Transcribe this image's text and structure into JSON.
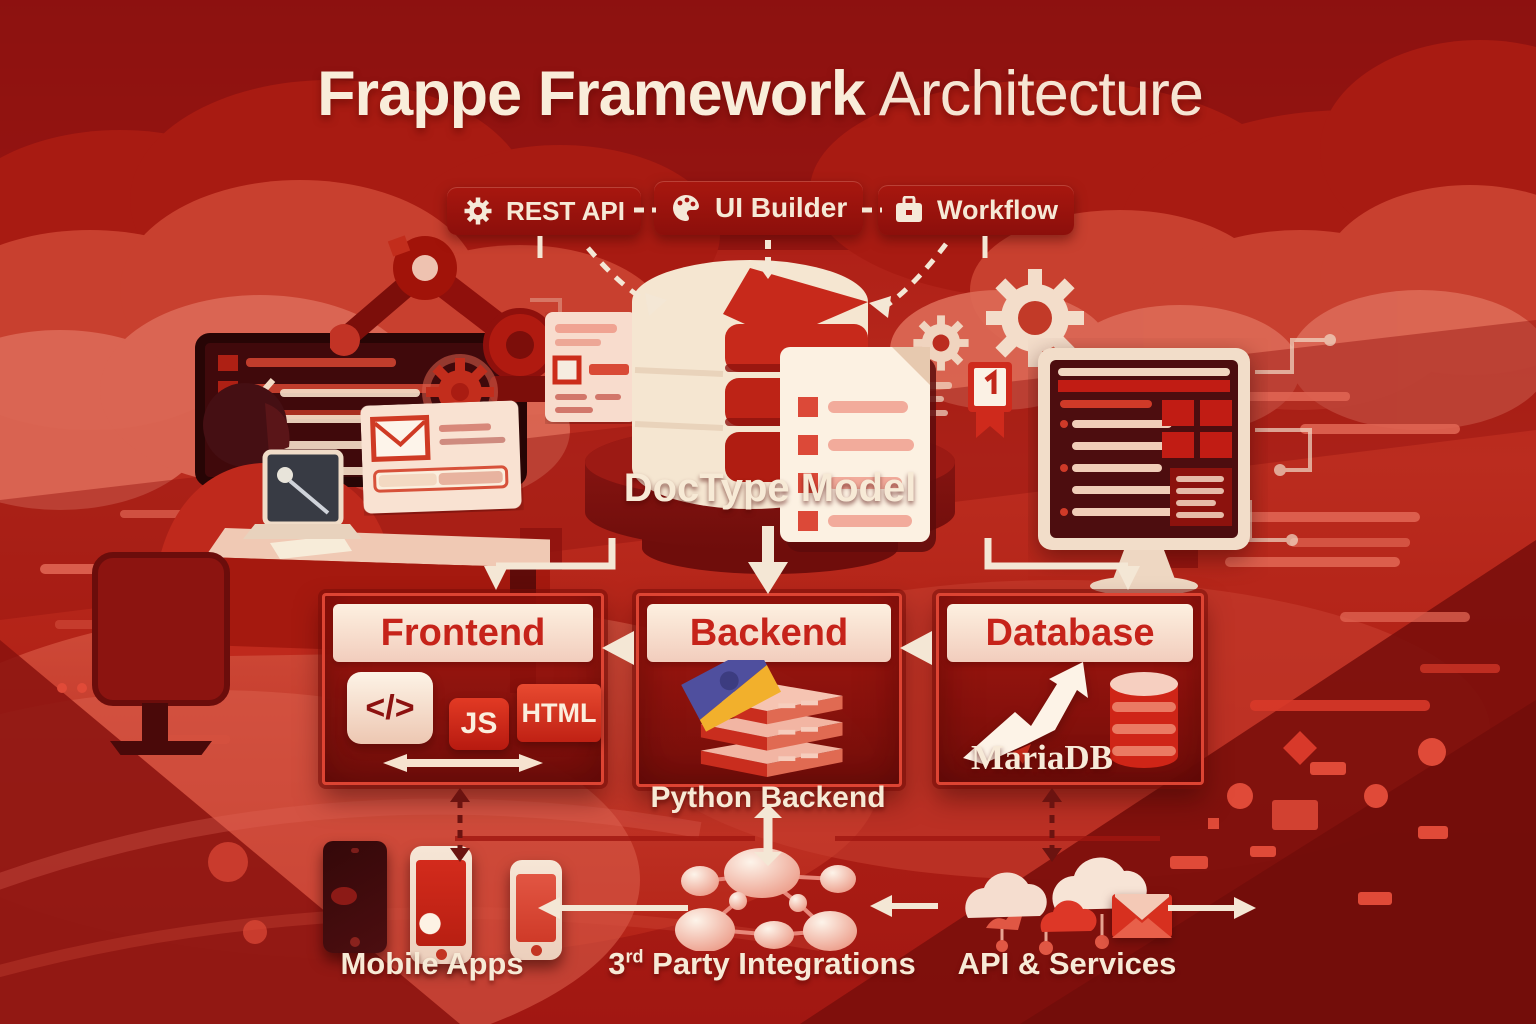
{
  "title": {
    "bold": "Frappe Framework",
    "light": "Architecture"
  },
  "badges": [
    {
      "label": "REST API",
      "icon": "gear-icon"
    },
    {
      "label": "UI Builder",
      "icon": "palette-icon"
    },
    {
      "label": "Workflow",
      "icon": "briefcase-icon"
    }
  ],
  "core": {
    "label": "DocType Model"
  },
  "tiers": {
    "frontend": {
      "title": "Frontend",
      "code_symbol": "</>",
      "js_label": "JS",
      "html_label": "HTML"
    },
    "backend": {
      "title": "Backend",
      "caption": "Python Backend"
    },
    "database": {
      "title": "Database",
      "db_label": "MariaDB"
    }
  },
  "bottom_row": {
    "mobile": {
      "label": "Mobile Apps"
    },
    "integrations": {
      "label_prefix": "3",
      "label_sup": "rd",
      "label_rest": " Party Integrations"
    },
    "api": {
      "label": "API & Services"
    }
  },
  "colors": {
    "base_red": "#b02015",
    "dark_maroon": "#7c0f0c",
    "cream": "#f8ecd9",
    "header_text_red": "#c6231a",
    "badge_red": "#9c120e",
    "salmon": "#e06553"
  }
}
